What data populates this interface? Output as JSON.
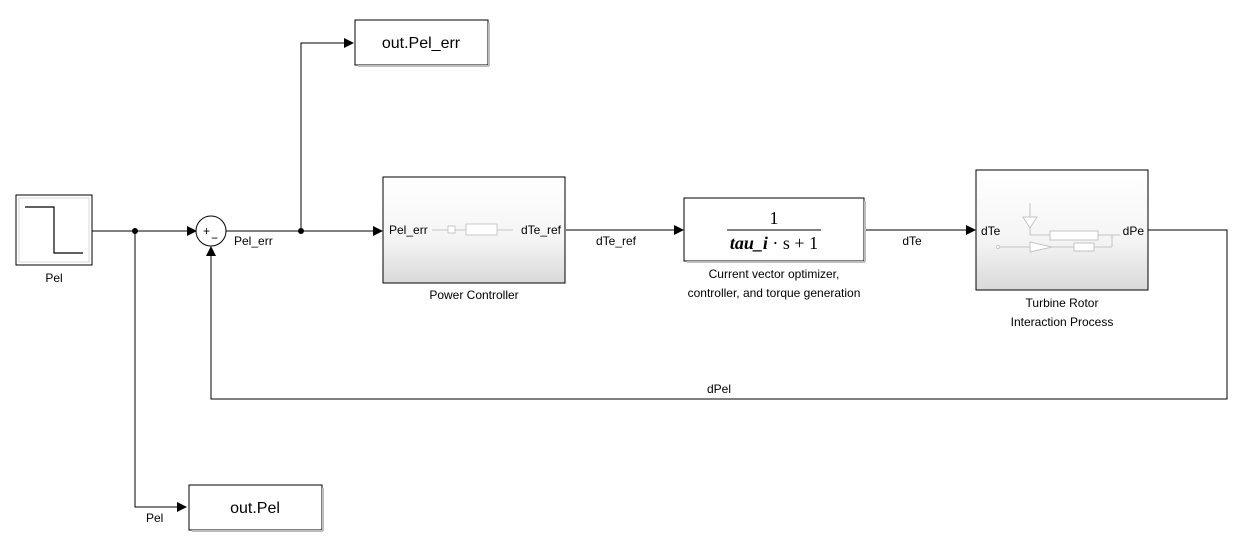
{
  "diagram": {
    "blocks": {
      "step_source": {
        "label": "Pel"
      },
      "sum": {
        "sign_plus": "+",
        "sign_minus": "−"
      },
      "to_workspace_err": {
        "text": "out.Pel_err"
      },
      "to_workspace_pel": {
        "text": "out.Pel"
      },
      "power_controller": {
        "caption": "Power Controller",
        "port_in": "Pel_err",
        "port_out": "dTe_ref"
      },
      "transfer_fcn": {
        "numerator": "1",
        "denominator_var": "tau_i",
        "denominator_rest": " · s + 1",
        "caption_line1": "Current vector optimizer,",
        "caption_line2": "controller, and torque generation"
      },
      "turbine": {
        "caption_line1": "Turbine Rotor",
        "caption_line2": "Interaction Process",
        "port_in": "dTe",
        "port_out": "dPe"
      }
    },
    "signals": {
      "pel_err": "Pel_err",
      "dte_ref": "dTe_ref",
      "dte": "dTe",
      "dpel": "dPel",
      "pel_branch": "Pel"
    }
  }
}
